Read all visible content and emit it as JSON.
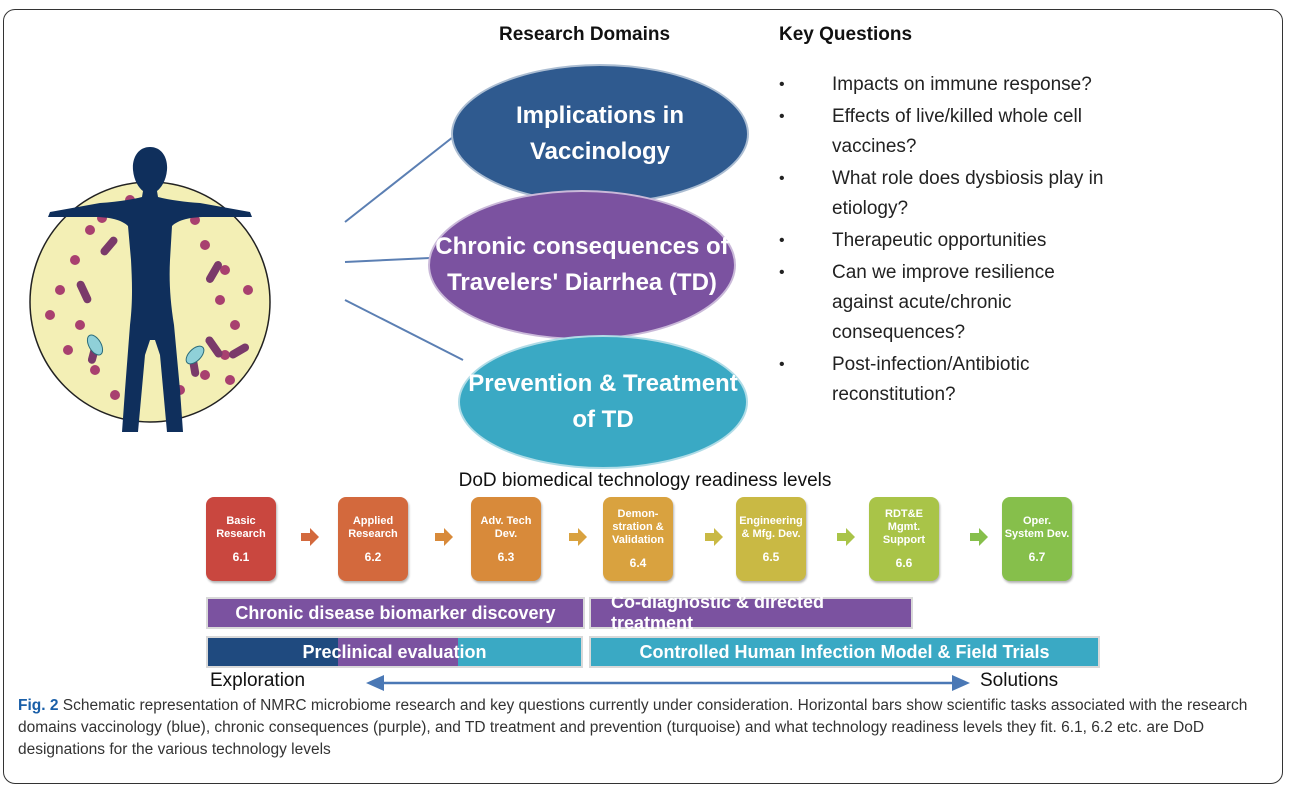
{
  "headers": {
    "research_domains": "Research Domains",
    "key_questions": "Key Questions"
  },
  "domains": [
    {
      "label": "Implications in Vaccinology",
      "color": "#2f5a8f"
    },
    {
      "label": "Chronic consequences of Travelers' Diarrhea (TD)",
      "color": "#7b52a0"
    },
    {
      "label": "Prevention & Treatment of TD",
      "color": "#3aa9c4"
    }
  ],
  "questions": [
    "Impacts on immune response?",
    "Effects of live/killed whole cell vaccines?",
    "What role does dysbiosis play in etiology?",
    "Therapeutic opportunities",
    "Can we improve resilience against acute/chronic consequences?",
    "Post-infection/Antibiotic reconstitution?"
  ],
  "trl": {
    "title": "DoD biomedical technology readiness levels",
    "levels": [
      {
        "label": "Basic Research",
        "num": "6.1",
        "color": "#c9473f"
      },
      {
        "label": "Applied Research",
        "num": "6.2",
        "color": "#d3693d"
      },
      {
        "label": "Adv. Tech Dev.",
        "num": "6.3",
        "color": "#d88a3a"
      },
      {
        "label": "Demon-stration & Validation",
        "num": "6.4",
        "color": "#d9a23f"
      },
      {
        "label": "Engineering & Mfg. Dev.",
        "num": "6.5",
        "color": "#c9b944"
      },
      {
        "label": "RDT&E Mgmt. Support",
        "num": "6.6",
        "color": "#a9c448"
      },
      {
        "label": "Oper. System Dev.",
        "num": "6.7",
        "color": "#86bf4b"
      }
    ],
    "arrow_colors": [
      "#d3693d",
      "#d88a3a",
      "#d9a23f",
      "#c9b944",
      "#a9c448",
      "#86bf4b"
    ]
  },
  "bars": {
    "chronic_biomarker": "Chronic disease biomarker discovery",
    "co_diagnostic": "Co-diagnostic & directed treatment",
    "preclinical": "Preclinical evaluation",
    "controlled_human": "Controlled Human Infection Model & Field Trials",
    "colors": {
      "blue": "#1f4a7f",
      "purple": "#7b52a0",
      "turquoise": "#3aa9c4"
    }
  },
  "axis": {
    "left": "Exploration",
    "right": "Solutions"
  },
  "caption": {
    "label": "Fig. 2",
    "text": " Schematic representation of NMRC microbiome research and key questions currently under consideration. Horizontal bars show scientific tasks associated with the research domains vaccinology (blue), chronic consequences (purple), and TD treatment and prevention (turquoise) and what technology readiness levels they fit. 6.1, 6.2 etc. are DoD designations for the various technology levels"
  }
}
